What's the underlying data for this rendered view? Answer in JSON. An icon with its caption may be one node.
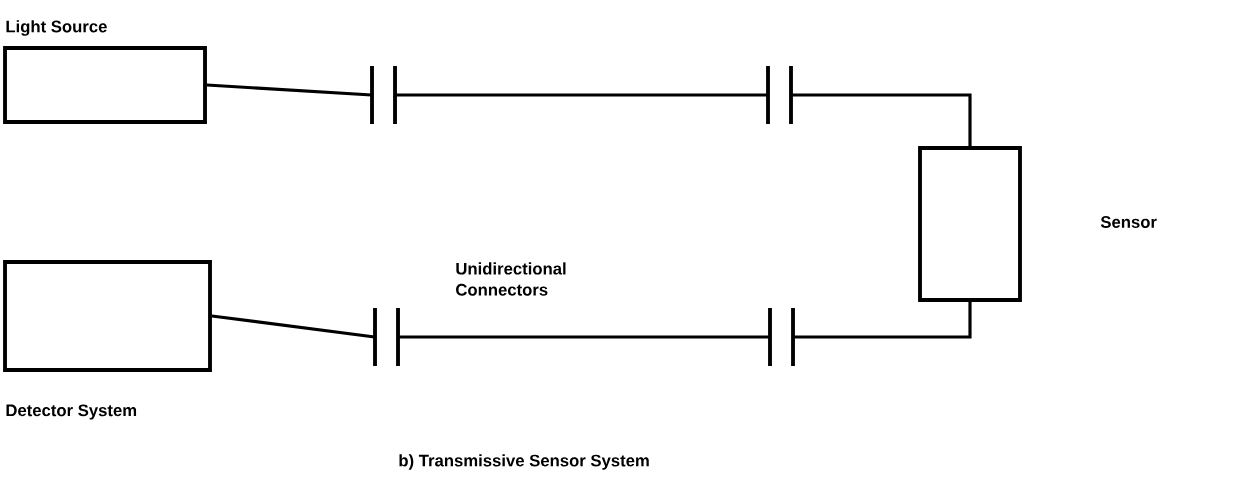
{
  "diagram": {
    "caption": "b) Transmissive Sensor System",
    "nodes": [
      {
        "text": [
          "Light Source"
        ]
      },
      {
        "text": [],
        "shape": "bar"
      },
      {
        "text": [],
        "shape": "bar"
      },
      {
        "text": [
          "Sensor"
        ]
      },
      {
        "text": [
          "Detector System"
        ]
      },
      {
        "text": [],
        "shape": "bar"
      },
      {
        "text": [],
        "shape": "bar"
      }
    ],
    "edges": [
      {
        "from": 0,
        "to": 1,
        "arrow": "none"
      },
      {
        "from": 1,
        "to": 2,
        "arrow": "none"
      },
      {
        "from": 2,
        "to": 3,
        "arrow": "none"
      },
      {
        "from": 3,
        "to": 6,
        "arrow": "none"
      },
      {
        "from": 6,
        "to": 5,
        "arrow": "none"
      },
      {
        "from": 5,
        "to": 4,
        "arrow": "none"
      }
    ],
    "labels": [
      "Unidirectional Connectors"
    ]
  }
}
